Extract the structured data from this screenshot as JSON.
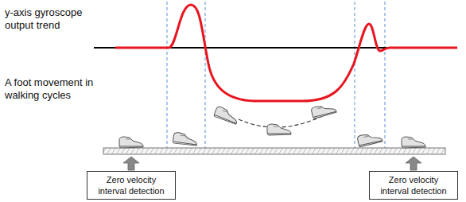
{
  "diagram": {
    "nodes": [
      {
        "text": [
          "Zero velocity interval detection"
        ]
      },
      {
        "text": [
          "Zero velocity interval detection"
        ]
      }
    ],
    "labels": [
      "y-axis gyroscope output trend",
      "A foot movement in walking cycles"
    ]
  }
}
